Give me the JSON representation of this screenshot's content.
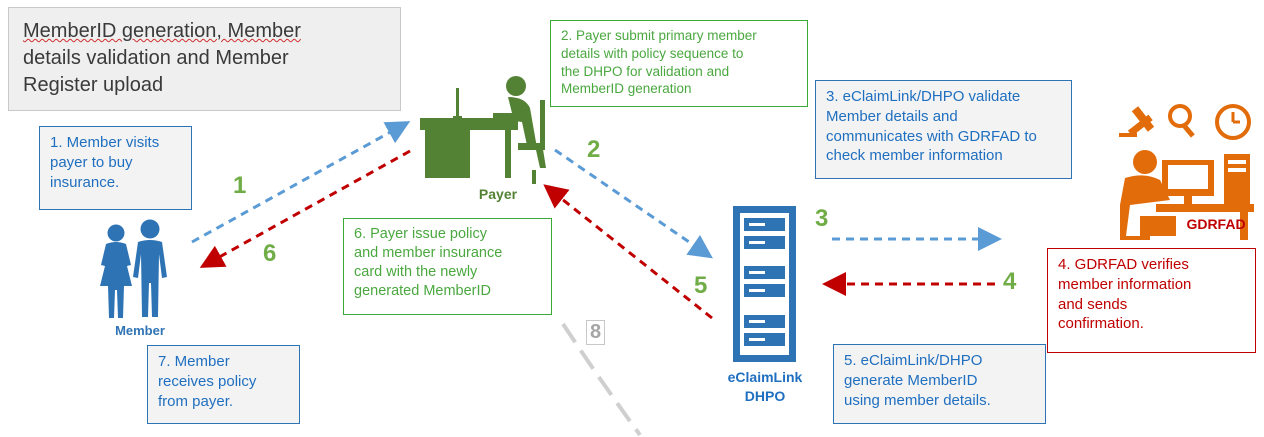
{
  "title": {
    "lines": [
      "MemberID generation, Member",
      "details validation and Member",
      "Register upload"
    ]
  },
  "steps": {
    "s1": [
      "1. Member visits",
      "payer to buy",
      "insurance."
    ],
    "s2": [
      "2. Payer submit primary member",
      "details with policy sequence to",
      "the DHPO for validation and",
      "MemberID generation"
    ],
    "s3": [
      "3. eClaimLink/DHPO validate",
      "Member details and",
      "communicates with GDRFAD to",
      "check member information"
    ],
    "s4": [
      "4. GDRFAD verifies",
      "member information",
      "and sends",
      "confirmation."
    ],
    "s5": [
      "5. eClaimLink/DHPO",
      "generate MemberID",
      "using member details."
    ],
    "s6": [
      "6. Payer issue policy",
      "and member insurance",
      "card with the newly",
      "generated MemberID"
    ],
    "s7": [
      "7. Member",
      "receives policy",
      "from payer."
    ]
  },
  "arrow_numbers": {
    "n1": "1",
    "n2": "2",
    "n3": "3",
    "n4": "4",
    "n5": "5",
    "n6": "6",
    "n8": "8"
  },
  "actors": {
    "member": "Member",
    "payer": "Payer",
    "dhpo_line1": "eClaimLink",
    "dhpo_line2": "DHPO",
    "gdrfad": "GDRFAD"
  },
  "colors": {
    "blue": "#2e74b5",
    "blue_text": "#1f6fc0",
    "green": "#3aaa35",
    "red": "#c00000",
    "orange": "#e36c0a",
    "payer_green": "#548235",
    "number_green": "#70ad47"
  }
}
